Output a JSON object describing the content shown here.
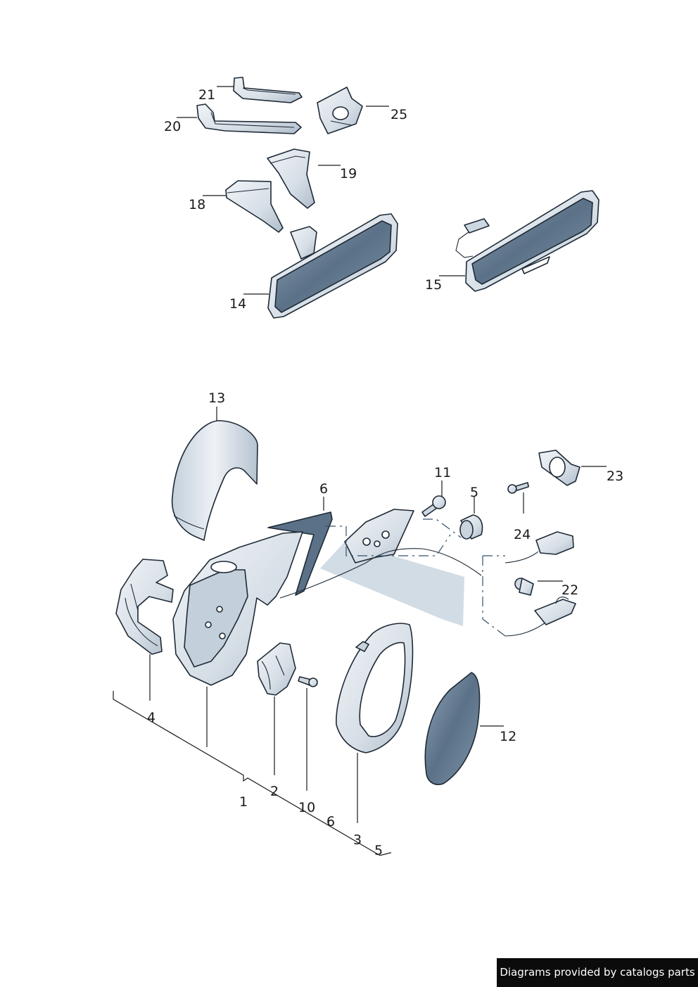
{
  "callouts": [
    {
      "id": "21",
      "text": "21"
    },
    {
      "id": "20",
      "text": "20"
    },
    {
      "id": "25",
      "text": "25"
    },
    {
      "id": "19",
      "text": "19"
    },
    {
      "id": "18",
      "text": "18"
    },
    {
      "id": "14",
      "text": "14"
    },
    {
      "id": "15",
      "text": "15"
    },
    {
      "id": "13",
      "text": "13"
    },
    {
      "id": "11",
      "text": "11"
    },
    {
      "id": "6a",
      "text": "6"
    },
    {
      "id": "5a",
      "text": "5"
    },
    {
      "id": "23",
      "text": "23"
    },
    {
      "id": "24",
      "text": "24"
    },
    {
      "id": "22",
      "text": "22"
    },
    {
      "id": "4",
      "text": "4"
    },
    {
      "id": "12",
      "text": "12"
    },
    {
      "id": "1",
      "text": "1"
    },
    {
      "id": "2",
      "text": "2"
    },
    {
      "id": "10",
      "text": "10"
    },
    {
      "id": "6b",
      "text": "6"
    },
    {
      "id": "3",
      "text": "3"
    },
    {
      "id": "5b",
      "text": "5"
    }
  ],
  "credit": "Diagrams provided by catalogs parts",
  "colors": {
    "part_fill": "#dfe6ed",
    "part_shade": "#b8c5d2",
    "glass": "#5b7187",
    "glass_light": "#9cb0c2",
    "outline": "#1e2a36",
    "leader": "#1a1a1a",
    "credit_bg": "#0b0b0b",
    "credit_text": "#ffffff"
  }
}
